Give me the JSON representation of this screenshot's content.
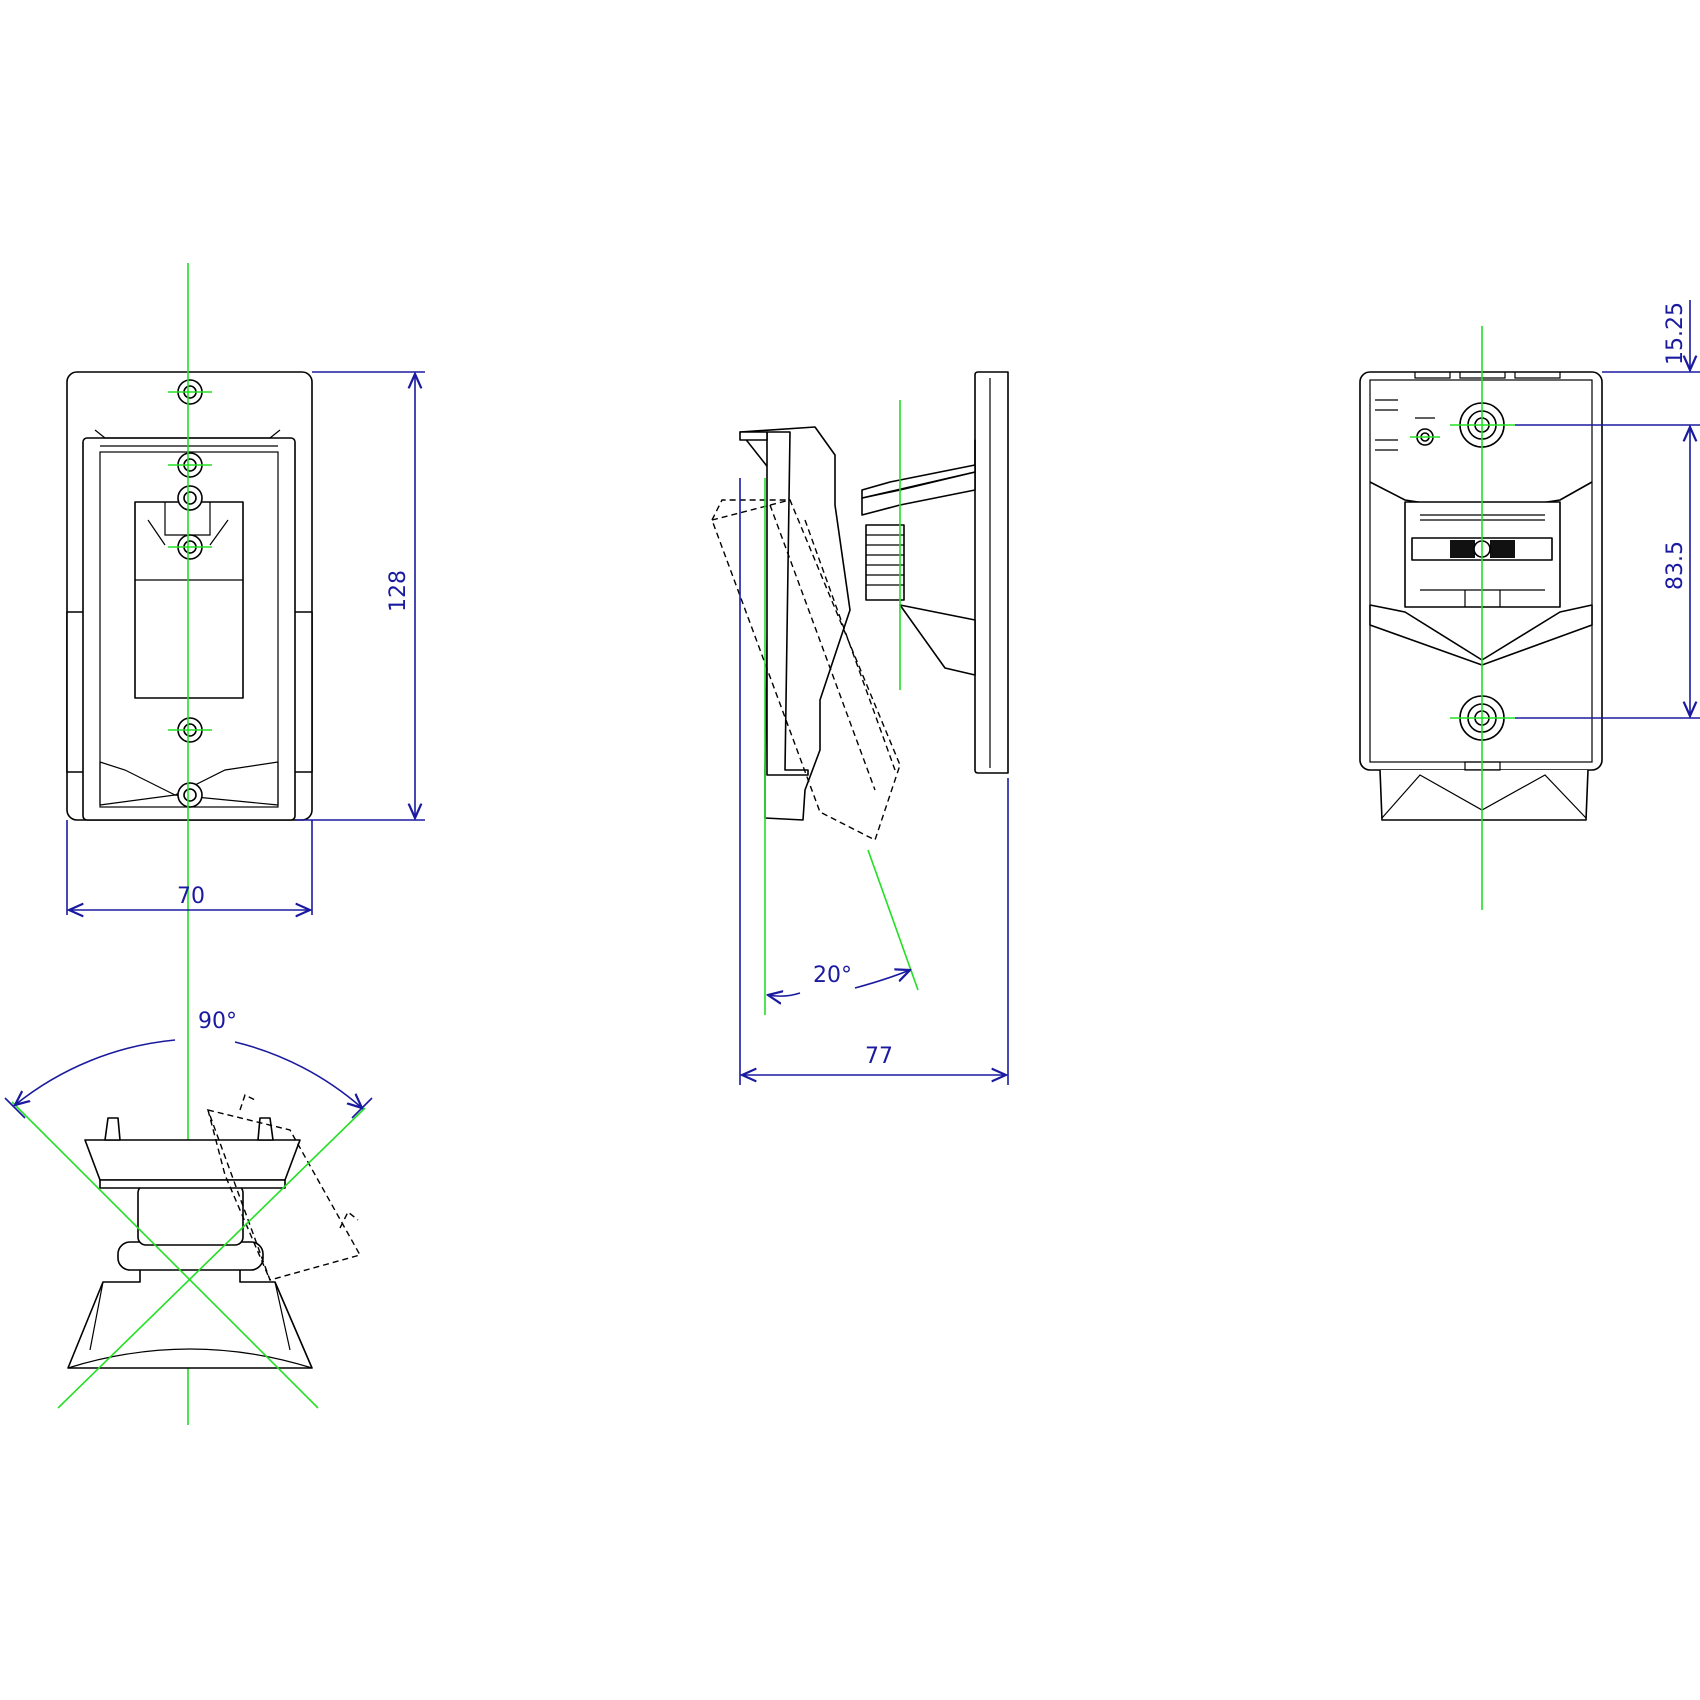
{
  "colors": {
    "part_outline": "#000000",
    "center_line": "#22e022",
    "dimension": "#1a1aa0",
    "background": "#ffffff"
  },
  "views": {
    "front_view": {
      "width_label": "70",
      "height_label": "128"
    },
    "top_view": {
      "rotation_label": "90°"
    },
    "side_view": {
      "tilt_label": "20°",
      "depth_label": "77"
    },
    "rear_view": {
      "top_offset_label": "15.25",
      "hole_spacing_label": "83.5"
    }
  }
}
